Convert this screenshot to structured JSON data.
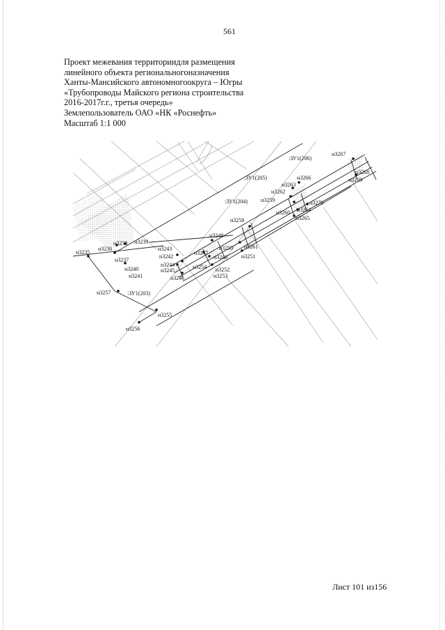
{
  "page": {
    "number": "561",
    "sheet": "Лист 101 из156"
  },
  "title_block": {
    "lines": [
      "Проект межевания территориидля размещения",
      "линейного объекта региональногоназначения",
      "Ханты-Мансийского автономногоокруга – Югры",
      "«Трубопроводы Майского региона строительства",
      "2016-2017г.г., третья очередь»",
      "Землепользователь ОАО «НК «Роснефть»",
      "Масштаб 1:1 000"
    ]
  },
  "plan": {
    "parcels": [
      ":ЗУ1(206)",
      ":ЗУ1(205)",
      ":ЗУ1(204)",
      ":ЗУ1(203)"
    ],
    "points": [
      "н3267",
      "н3268",
      "н3269",
      "н3266",
      "н3263",
      "н3262",
      "н3259",
      "н3270",
      "н3264",
      "н3260",
      "н3265",
      "н3258",
      "н3249",
      "н3261",
      "н3250",
      "н3251",
      "н3247",
      "н3248",
      "н3254",
      "н3252",
      "н3253",
      "н3243",
      "н3242",
      "н3244",
      "н3245",
      "н3246",
      "н3240",
      "н3241",
      "н3239",
      "н3238",
      "н3236",
      "н3235",
      "н3237",
      "н3257",
      "н3255",
      "н3256"
    ]
  },
  "colors": {
    "ink": "#111111",
    "line": "#333333",
    "faint": "#9a9a9a"
  }
}
